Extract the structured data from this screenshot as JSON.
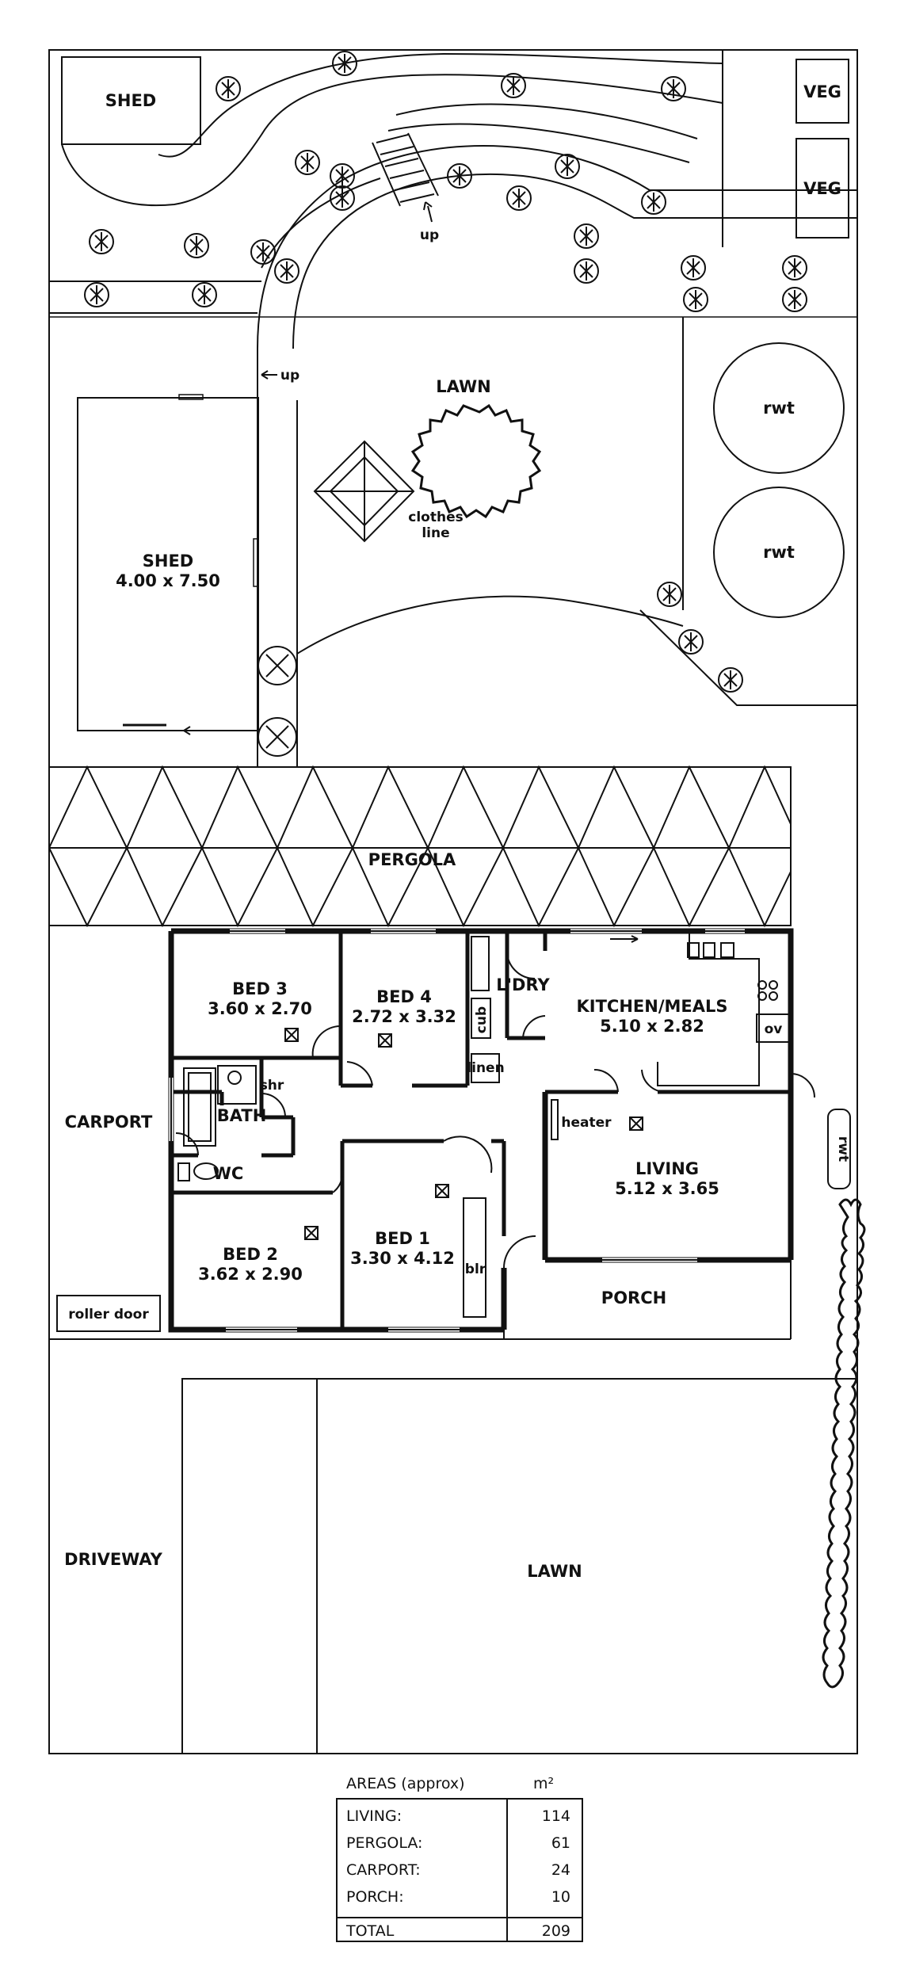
{
  "labels": {
    "shed_small": "SHED",
    "veg_1": "VEG",
    "veg_2": "VEG",
    "up_steps": "up",
    "up_path": "up",
    "lawn_back": "LAWN",
    "rwt_1": "rwt",
    "rwt_2": "rwt",
    "rwt_3": "rwt",
    "clothes_1": "clothes",
    "clothes_2": "line",
    "shed_large": "SHED",
    "shed_large_dim": "4.00 x 7.50",
    "pergola": "PERGOLA",
    "bed3": "BED 3",
    "bed3_dim": "3.60 x 2.70",
    "bed4": "BED 4",
    "bed4_dim": "2.72 x 3.32",
    "laundry": "L'DRY",
    "cupboard": "cub",
    "linen": "linen",
    "kitchen": "KITCHEN/MEALS",
    "kitchen_dim": "5.10 x 2.82",
    "oven": "ov",
    "carport": "CARPORT",
    "shower": "shr",
    "bath": "BATH",
    "wc": "WC",
    "heater": "heater",
    "living": "LIVING",
    "living_dim": "5.12 x 3.65",
    "bed1": "BED 1",
    "bed1_dim": "3.30 x 4.12",
    "bed2": "BED 2",
    "bed2_dim": "3.62 x 2.90",
    "builtin_robe": "blr",
    "roller_door": "roller door",
    "porch": "PORCH",
    "driveway": "DRIVEWAY",
    "lawn_front": "LAWN"
  },
  "areas_table": {
    "title": "AREAS (approx)",
    "unit": "m²",
    "rows": [
      {
        "label": "LIVING:",
        "value": "114"
      },
      {
        "label": "PERGOLA:",
        "value": "61"
      },
      {
        "label": "CARPORT:",
        "value": "24"
      },
      {
        "label": "PORCH:",
        "value": "10"
      }
    ],
    "total_label": "TOTAL",
    "total_value": "209"
  }
}
